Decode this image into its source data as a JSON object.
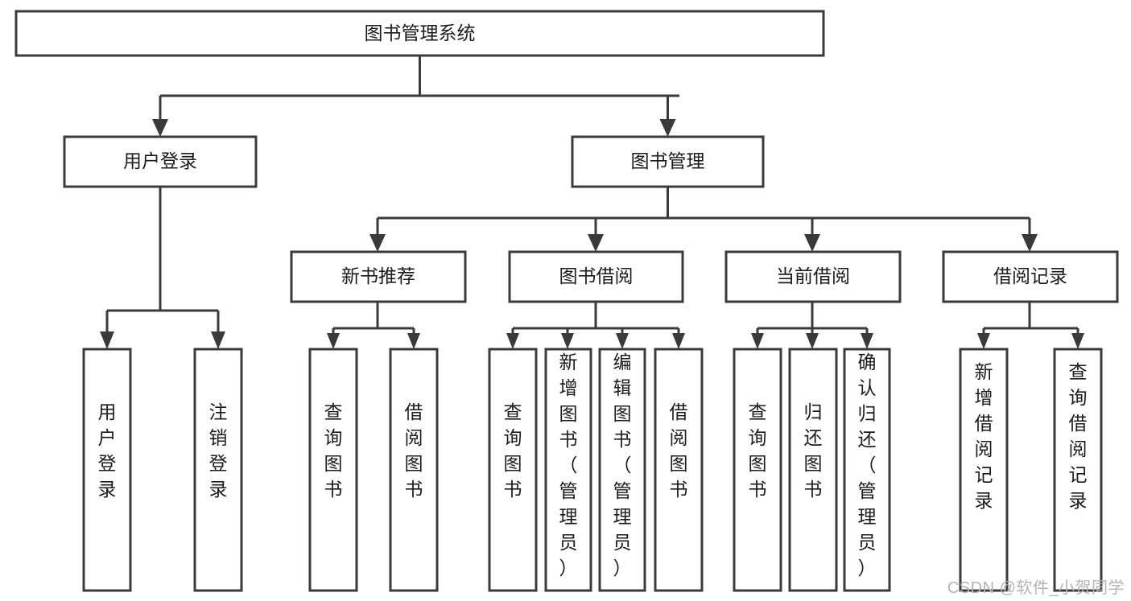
{
  "diagram": {
    "type": "tree",
    "title": "图书管理系统",
    "orientation": "top-down",
    "colors": {
      "box_fill": "#ffffff",
      "box_stroke": "#3a3a3a",
      "text": "#1b1b1b",
      "background": "#ffffff",
      "watermark": "#b4b4b4"
    },
    "root": {
      "id": "root",
      "label": "图书管理系统"
    },
    "level2": [
      {
        "id": "user-login",
        "label": "用户登录"
      },
      {
        "id": "book-manage",
        "label": "图书管理"
      }
    ],
    "level3": [
      {
        "id": "new-book-recommend",
        "label": "新书推荐",
        "parent": "book-manage"
      },
      {
        "id": "book-borrow",
        "label": "图书借阅",
        "parent": "book-manage"
      },
      {
        "id": "current-borrow",
        "label": "当前借阅",
        "parent": "book-manage"
      },
      {
        "id": "borrow-record",
        "label": "借阅记录",
        "parent": "book-manage"
      }
    ],
    "leaves": {
      "user-login": [
        {
          "id": "leaf-user-login",
          "label": "用户登录"
        },
        {
          "id": "leaf-user-logout",
          "label": "注销登录"
        }
      ],
      "new-book-recommend": [
        {
          "id": "leaf-query-book-1",
          "label": "查询图书"
        },
        {
          "id": "leaf-borrow-book-1",
          "label": "借阅图书"
        }
      ],
      "book-borrow": [
        {
          "id": "leaf-query-book-2",
          "label": "查询图书"
        },
        {
          "id": "leaf-add-book",
          "label": "新增图书（管理员）"
        },
        {
          "id": "leaf-edit-book",
          "label": "编辑图书（管理员）"
        },
        {
          "id": "leaf-borrow-book-2",
          "label": "借阅图书"
        }
      ],
      "current-borrow": [
        {
          "id": "leaf-query-book-3",
          "label": "查询图书"
        },
        {
          "id": "leaf-return-book",
          "label": "归还图书"
        },
        {
          "id": "leaf-confirm-return",
          "label": "确认归还（管理员）"
        }
      ],
      "borrow-record": [
        {
          "id": "leaf-add-record",
          "label": "新增借阅记录"
        },
        {
          "id": "leaf-query-record",
          "label": "查询借阅记录"
        }
      ]
    }
  },
  "watermark": {
    "text": "CSDN @软件_小贺同学"
  }
}
